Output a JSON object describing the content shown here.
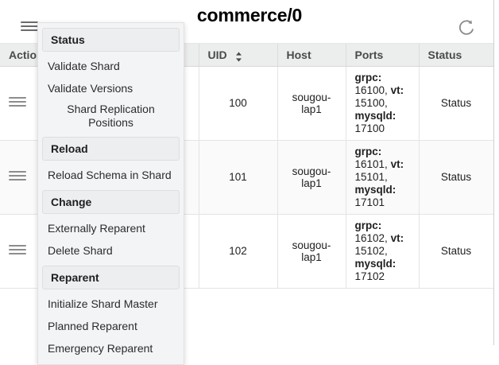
{
  "topbar": {
    "menu_icon": "hamburger-icon",
    "title": "commerce/0",
    "refresh_icon": "refresh-icon"
  },
  "table": {
    "columns": [
      {
        "key": "actions",
        "label": "Actions",
        "sortable": false
      },
      {
        "key": "uid",
        "label": "UID",
        "sortable": true
      },
      {
        "key": "host",
        "label": "Host",
        "sortable": false
      },
      {
        "key": "ports",
        "label": "Ports",
        "sortable": false
      },
      {
        "key": "status",
        "label": "Status",
        "sortable": false
      }
    ],
    "rows": [
      {
        "actions_icon": "row-menu-icon",
        "uid": "100",
        "host": "sougou-lap1",
        "ports": {
          "grpc_label": "grpc:",
          "grpc": "16100,",
          "vt_label": "vt:",
          "vt": "15100,",
          "mysqld_label": "mysqld:",
          "mysqld": "17100"
        },
        "status": "Status",
        "hovered": false
      },
      {
        "actions_icon": "row-menu-icon",
        "uid": "101",
        "host": "sougou-lap1",
        "ports": {
          "grpc_label": "grpc:",
          "grpc": "16101,",
          "vt_label": "vt:",
          "vt": "15101,",
          "mysqld_label": "mysqld:",
          "mysqld": "17101"
        },
        "status": "Status",
        "hovered": true
      },
      {
        "actions_icon": "row-menu-icon",
        "uid": "102",
        "host": "sougou-lap1",
        "ports": {
          "grpc_label": "grpc:",
          "grpc": "16102,",
          "vt_label": "vt:",
          "vt": "15102,",
          "mysqld_label": "mysqld:",
          "mysqld": "17102"
        },
        "status": "Status",
        "hovered": false
      }
    ]
  },
  "menu": {
    "groups": [
      {
        "header": "Status",
        "items": [
          {
            "label": "Validate Shard",
            "wrap": false
          },
          {
            "label": "Validate Versions",
            "wrap": false
          },
          {
            "label": "Shard Replication Positions",
            "wrap": true
          }
        ]
      },
      {
        "header": "Reload",
        "items": [
          {
            "label": "Reload Schema in Shard",
            "wrap": false
          }
        ]
      },
      {
        "header": "Change",
        "items": [
          {
            "label": "Externally Reparent",
            "wrap": false
          },
          {
            "label": "Delete Shard",
            "wrap": false
          }
        ]
      },
      {
        "header": "Reparent",
        "items": [
          {
            "label": "Initialize Shard Master",
            "wrap": false
          },
          {
            "label": "Planned Reparent",
            "wrap": false
          },
          {
            "label": "Emergency Reparent",
            "wrap": false
          }
        ]
      }
    ]
  },
  "colors": {
    "menu_bg": "#f3f4f6",
    "header_bg": "#eceded",
    "row_hover": "#fafafa",
    "text": "#212121"
  }
}
